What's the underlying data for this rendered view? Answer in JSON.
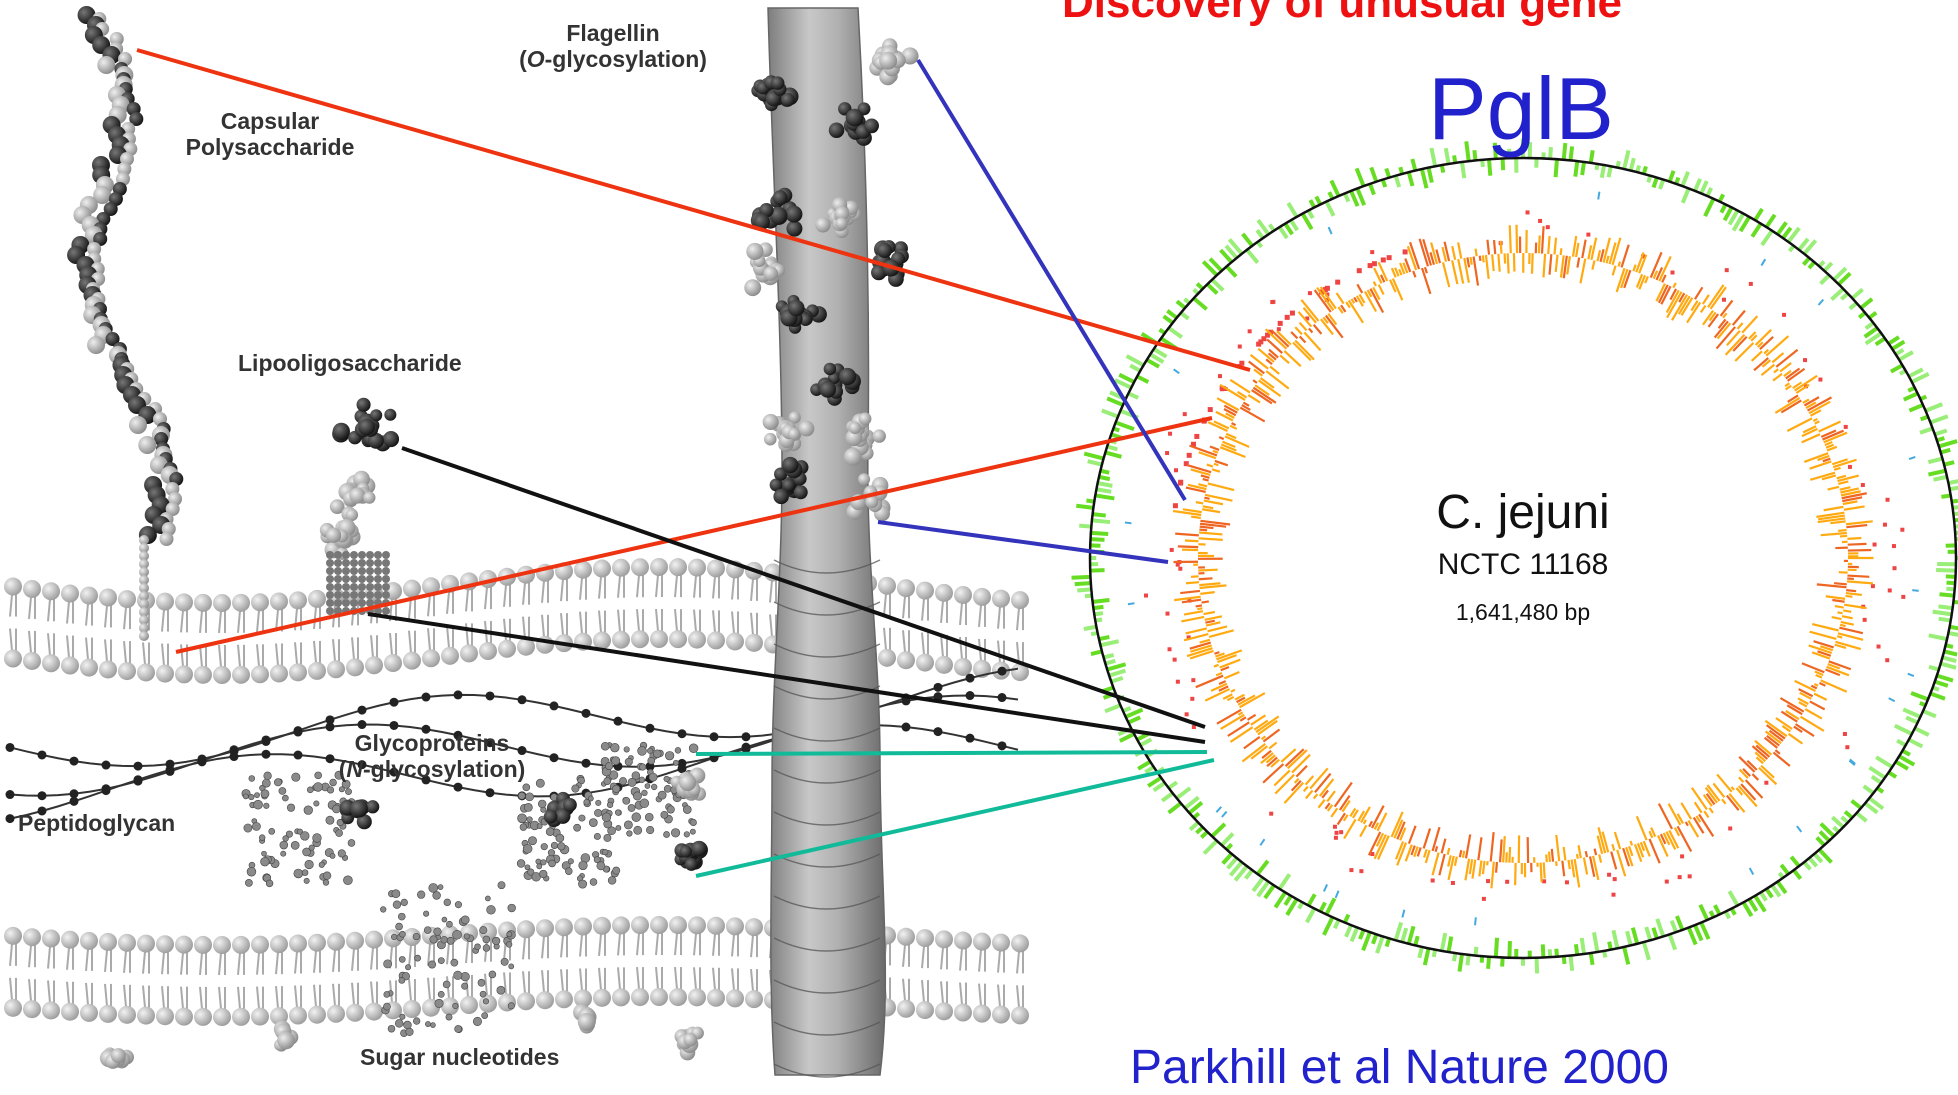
{
  "headline": "Discovery of unusual gene",
  "gene_name": "PglB",
  "citation": "Parkhill et al Nature 2000",
  "genome": {
    "organism": "C. jejuni",
    "strain": "NCTC 11168",
    "size": "1,641,480 bp"
  },
  "labels": {
    "flagellin": "Flagellin",
    "flagellin_sub_prefix": "(",
    "flagellin_sub_italic": "O",
    "flagellin_sub_suffix": "-glycosylation)",
    "capsular_line1": "Capsular",
    "capsular_line2": "Polysaccharide",
    "lipooligosaccharide": "Lipooligosaccharide",
    "glycoproteins": "Glycoproteins",
    "glyco_sub_prefix": "(",
    "glyco_sub_italic": "N",
    "glyco_sub_suffix": "-glycosylation)",
    "peptidoglycan": "Peptidoglycan",
    "sugar_nucleotides": "Sugar nucleotides"
  },
  "colors": {
    "headline": "#ee1111",
    "gene": "#2222cc",
    "capsule_connector": "#ee3311",
    "flagellin_connector": "#3333bb",
    "lipid_connector": "#111111",
    "protein_connector": "#11bb99",
    "outer_ring": "#66dd22",
    "inner_ring": "#ffaa11",
    "red_features": "#ee4444",
    "cyan_features": "#44aadd"
  },
  "icons": [
    "phospholipid-bilayer",
    "flagellum",
    "glycan-chain",
    "protein-structure",
    "circular-genome-map"
  ]
}
